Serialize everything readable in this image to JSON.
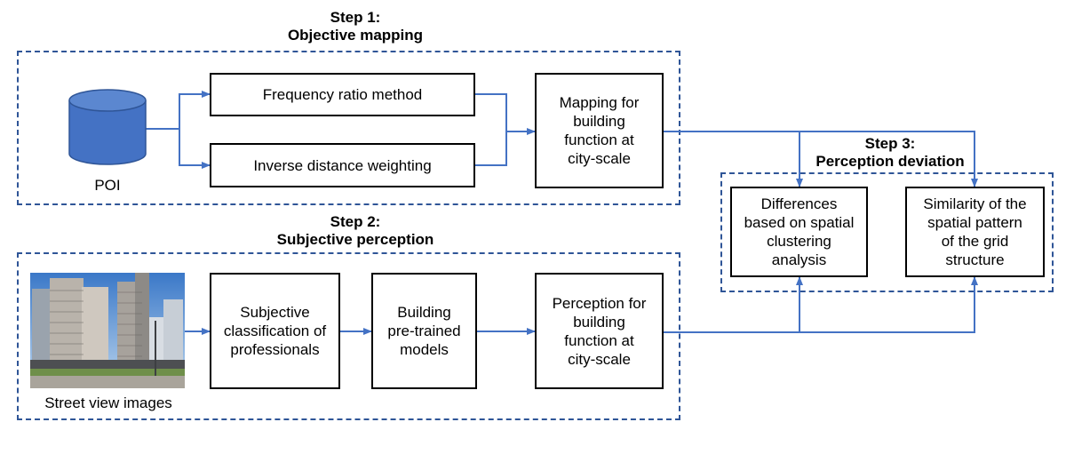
{
  "colors": {
    "arrow": "#4472c4",
    "frame": "#2f5597",
    "cylinder_fill": "#4472c4",
    "cylinder_stroke": "#2f5597"
  },
  "step1": {
    "title": "Step 1:\nObjective mapping"
  },
  "step2": {
    "title": "Step 2:\nSubjective perception"
  },
  "step3": {
    "title": "Step 3:\nPerception deviation"
  },
  "poi": {
    "label": "POI"
  },
  "street_view": {
    "label": "Street view images"
  },
  "boxes": {
    "frequency_ratio": "Frequency ratio method",
    "idw": "Inverse distance weighting",
    "mapping": "Mapping for\nbuilding\nfunction at\ncity-scale",
    "subjective_classification": "Subjective\nclassification of\nprofessionals",
    "pretrained_models": "Building\npre-trained\nmodels",
    "perception": "Perception for\nbuilding\nfunction at\ncity-scale",
    "differences": "Differences\nbased on spatial\nclustering\nanalysis",
    "similarity": "Similarity of the\nspatial pattern\nof the grid\nstructure"
  }
}
